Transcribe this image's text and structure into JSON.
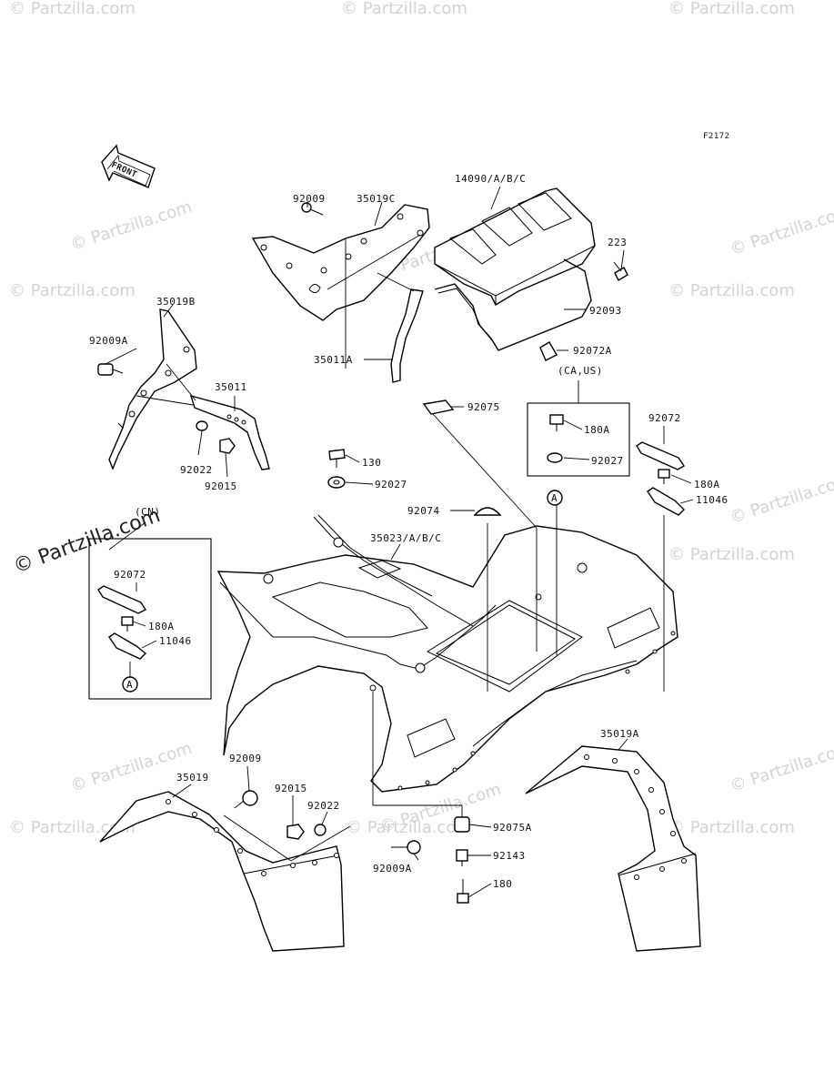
{
  "figure_code": "F2172",
  "front_label": "FRONT",
  "watermark": "© Partzilla.com",
  "watermark_big": "© Partzilla.com",
  "inset_left_caption": "(CN)",
  "inset_right_caption": "(CA,US)",
  "callout_marker": "A",
  "labels": {
    "p14090": "14090/A/B/C",
    "p92009_top": "92009",
    "p35019C": "35019C",
    "p223": "223",
    "p92093": "92093",
    "p35019B": "35019B",
    "p92009A_left": "92009A",
    "p35011A": "35011A",
    "p92072A": "92072A",
    "p35011": "35011",
    "p92075": "92075",
    "p180A_right": "180A",
    "p92072_right": "92072",
    "p92022_left": "92022",
    "p92027_right": "92027",
    "p180A_far": "180A",
    "p92015_left": "92015",
    "p11046_right": "11046",
    "p130": "130",
    "p92027": "92027",
    "p92074": "92074",
    "p35023": "35023/A/B/C",
    "p92072_inset": "92072",
    "p180A_inset": "180A",
    "p11046_inset": "11046",
    "p35019A": "35019A",
    "p92009_bottom": "92009",
    "p35019": "35019",
    "p92015_bottom": "92015",
    "p92022_bottom": "92022",
    "p92075A": "92075A",
    "p92143": "92143",
    "p92009A_bottom": "92009A",
    "p180": "180"
  }
}
